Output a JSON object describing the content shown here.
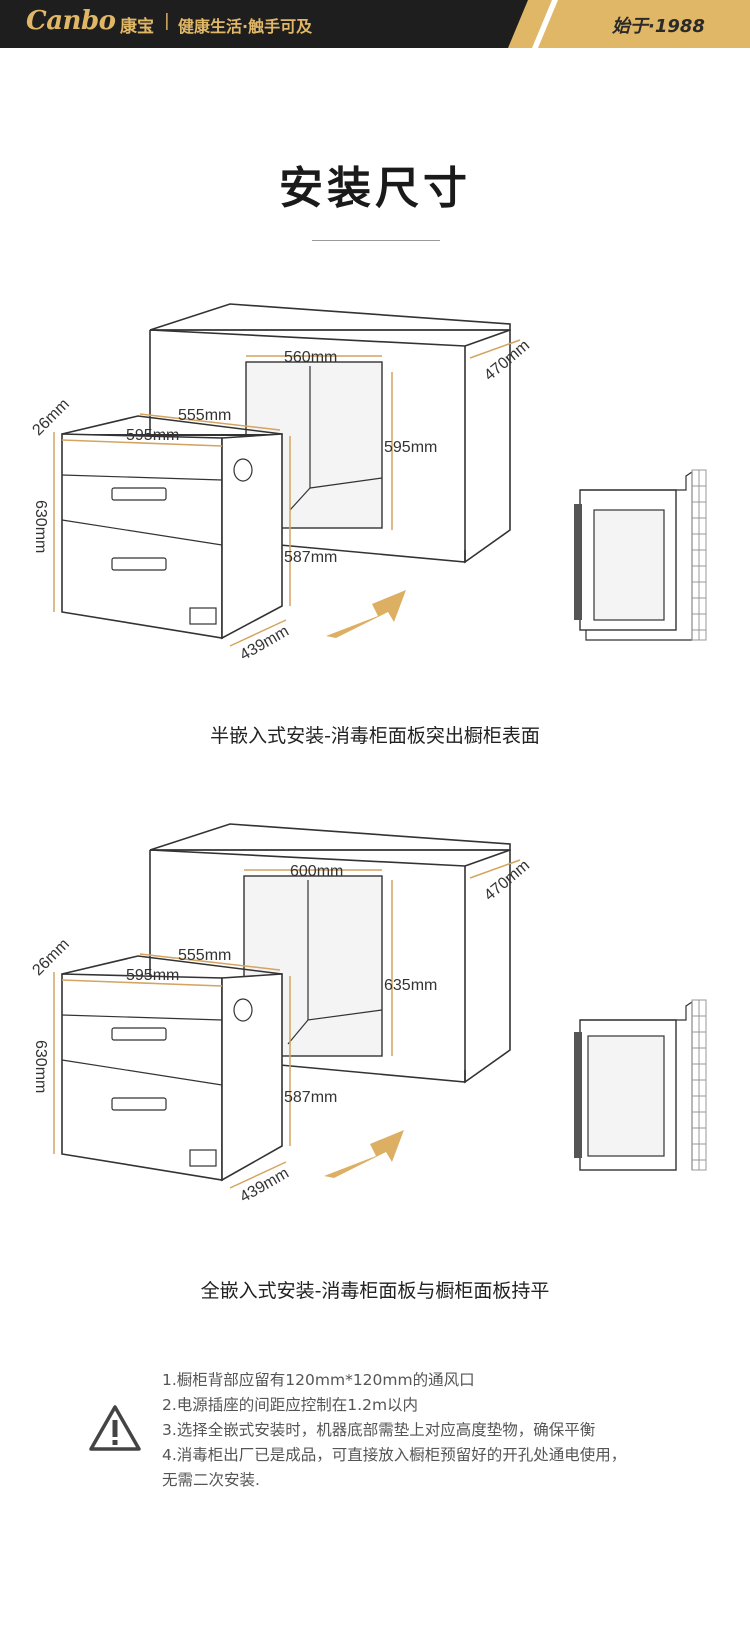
{
  "header": {
    "logo": "Canbo",
    "logo_cn": "康宝",
    "separator": "|",
    "tagline": "健康生活·触手可及",
    "since": "始于·1988",
    "colors": {
      "dark": "#1e1e1e",
      "gold": "#e0b766"
    }
  },
  "title": "安装尺寸",
  "diagram1": {
    "caption": "半嵌入式安装-消毒柜面板突出橱柜表面",
    "dims": {
      "d560": "560mm",
      "d470": "470mm",
      "d555": "555mm",
      "d595": "595mm",
      "d595h": "595mm",
      "d26": "26mm",
      "d630": "630mm",
      "d587": "587mm",
      "d439": "439mm"
    }
  },
  "diagram2": {
    "caption": "全嵌入式安装-消毒柜面板与橱柜面板持平",
    "dims": {
      "d600": "600mm",
      "d470": "470mm",
      "d555": "555mm",
      "d595": "595mm",
      "d635": "635mm",
      "d26": "26mm",
      "d630": "630mm",
      "d587": "587mm",
      "d439": "439mm"
    }
  },
  "notes": [
    "1.橱柜背部应留有120mm*120mm的通风口",
    "2.电源插座的间距应控制在1.2m以内",
    "3.选择全嵌式安装时，机器底部需垫上对应高度垫物，确保平衡",
    "4.消毒柜出厂已是成品，可直接放入橱柜预留好的开孔处通电使用，",
    "无需二次安装."
  ],
  "icons": {
    "warning": "warning-triangle-icon",
    "arrow": "insert-arrow-icon"
  }
}
